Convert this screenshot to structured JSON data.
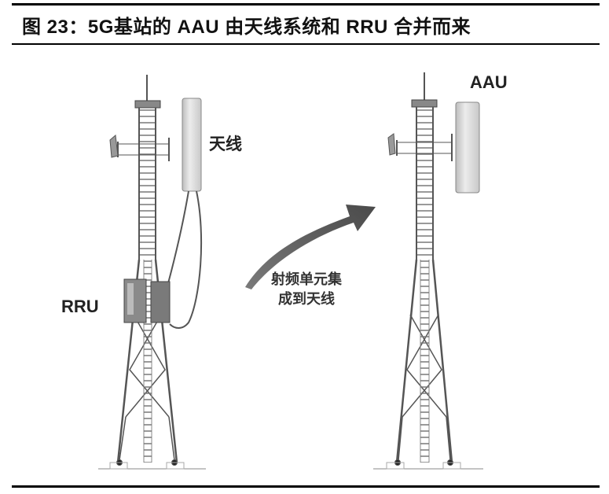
{
  "figure": {
    "title": "图 23：5G基站的 AAU 由天线系统和 RRU 合并而来",
    "left_tower": {
      "antenna_label": "天线",
      "rru_label": "RRU"
    },
    "transition": {
      "arrow_label_line1": "射频单元集",
      "arrow_label_line2": "成到天线"
    },
    "right_tower": {
      "aau_label": "AAU"
    },
    "colors": {
      "rule": "#000000",
      "tower_stroke": "#555555",
      "antenna_fill": "#d8d8d8",
      "arrow_fill": "#5a5a5a",
      "text": "#222222"
    }
  }
}
